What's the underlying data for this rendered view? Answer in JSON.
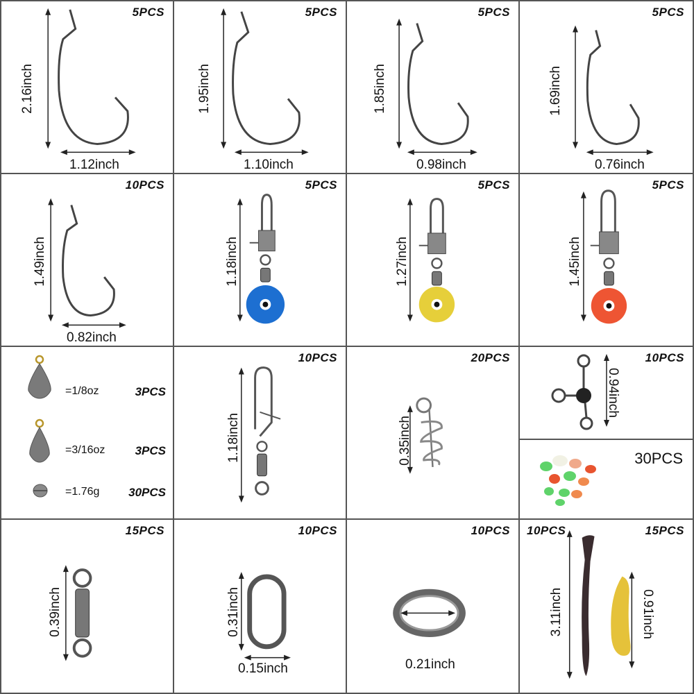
{
  "cells": [
    {
      "count": "5PCS",
      "height": "2.16inch",
      "width": "1.12inch"
    },
    {
      "count": "5PCS",
      "height": "1.95inch",
      "width": "1.10inch"
    },
    {
      "count": "5PCS",
      "height": "1.85inch",
      "width": "0.98inch"
    },
    {
      "count": "5PCS",
      "height": "1.69inch",
      "width": "0.76inch"
    },
    {
      "count": "10PCS",
      "height": "1.49inch",
      "width": "0.82inch"
    },
    {
      "count": "5PCS",
      "height": "1.18inch",
      "bead_color": "#1d6fd1"
    },
    {
      "count": "5PCS",
      "height": "1.27inch",
      "bead_color": "#e6cf3a"
    },
    {
      "count": "5PCS",
      "height": "1.45inch",
      "bead_color": "#ee5533"
    },
    {
      "sinkers": [
        {
          "weight": "=1/8oz",
          "count": "3PCS"
        },
        {
          "weight": "=3/16oz",
          "count": "3PCS"
        },
        {
          "weight": "=1.76g",
          "count": "30PCS"
        }
      ]
    },
    {
      "count": "10PCS",
      "height": "1.18inch"
    },
    {
      "count": "20PCS",
      "height": "0.35inch"
    },
    {
      "count": "10PCS",
      "height": "0.94inch",
      "beads_count": "30PCS"
    },
    {
      "count": "15PCS",
      "height": "0.39inch"
    },
    {
      "count": "10PCS",
      "height": "0.31inch",
      "width": "0.15inch"
    },
    {
      "count": "10PCS",
      "width": "0.21inch"
    },
    {
      "count_left": "10PCS",
      "count": "15PCS",
      "height": "3.11inch",
      "height2": "0.91inch"
    }
  ]
}
